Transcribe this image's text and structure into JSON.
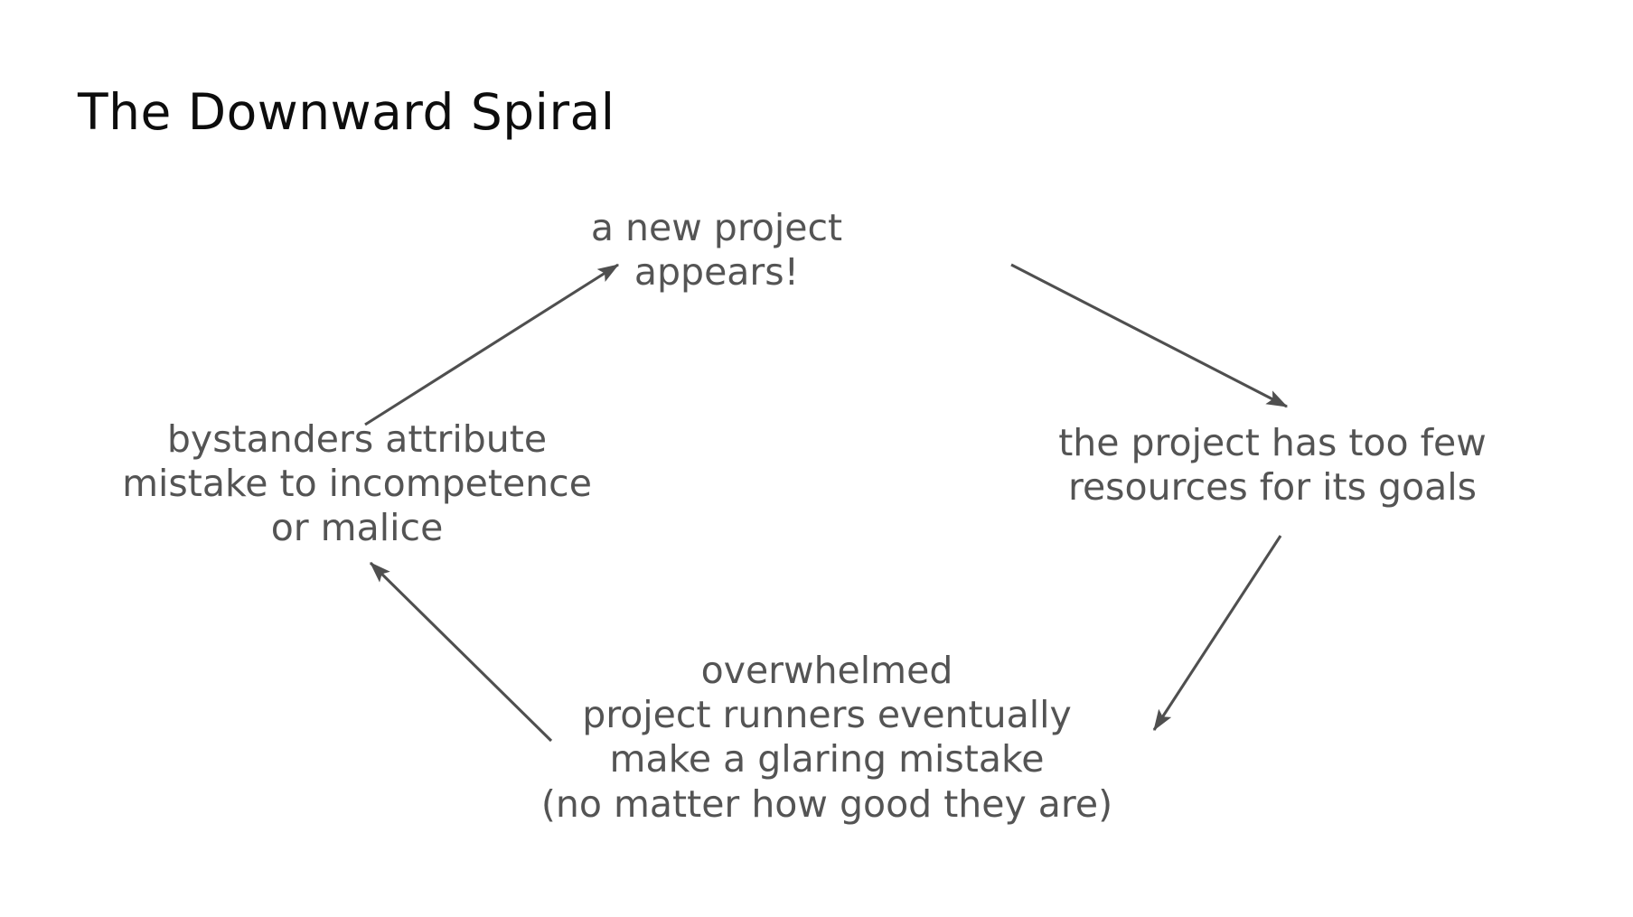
{
  "slide": {
    "title": "The Downward Spiral",
    "background_color": "#ffffff",
    "title_color": "#0d0d0d",
    "node_text_color": "#545454",
    "arrow_color": "#4f4f4f"
  },
  "diagram": {
    "type": "cycle",
    "nodes": [
      {
        "id": "new-project",
        "text": "a new project\nappears!",
        "position": "top"
      },
      {
        "id": "too-few-resources",
        "text": "the project has too few\nresources for its goals",
        "position": "right"
      },
      {
        "id": "glaring-mistake",
        "text": "overwhelmed\nproject runners eventually\nmake a glaring mistake\n(no matter how good they are)",
        "position": "bottom"
      },
      {
        "id": "incompetence-or-malice",
        "text": "bystanders attribute\nmistake to incompetence\nor malice",
        "position": "left"
      }
    ],
    "edges": [
      {
        "id": "edge-top-to-right",
        "from": "new-project",
        "to": "too-few-resources",
        "label": ""
      },
      {
        "id": "edge-right-to-bottom",
        "from": "too-few-resources",
        "to": "glaring-mistake",
        "label": ""
      },
      {
        "id": "edge-bottom-to-left",
        "from": "glaring-mistake",
        "to": "incompetence-or-malice",
        "label": ""
      },
      {
        "id": "edge-left-to-top",
        "from": "incompetence-or-malice",
        "to": "new-project",
        "label": ""
      }
    ]
  }
}
